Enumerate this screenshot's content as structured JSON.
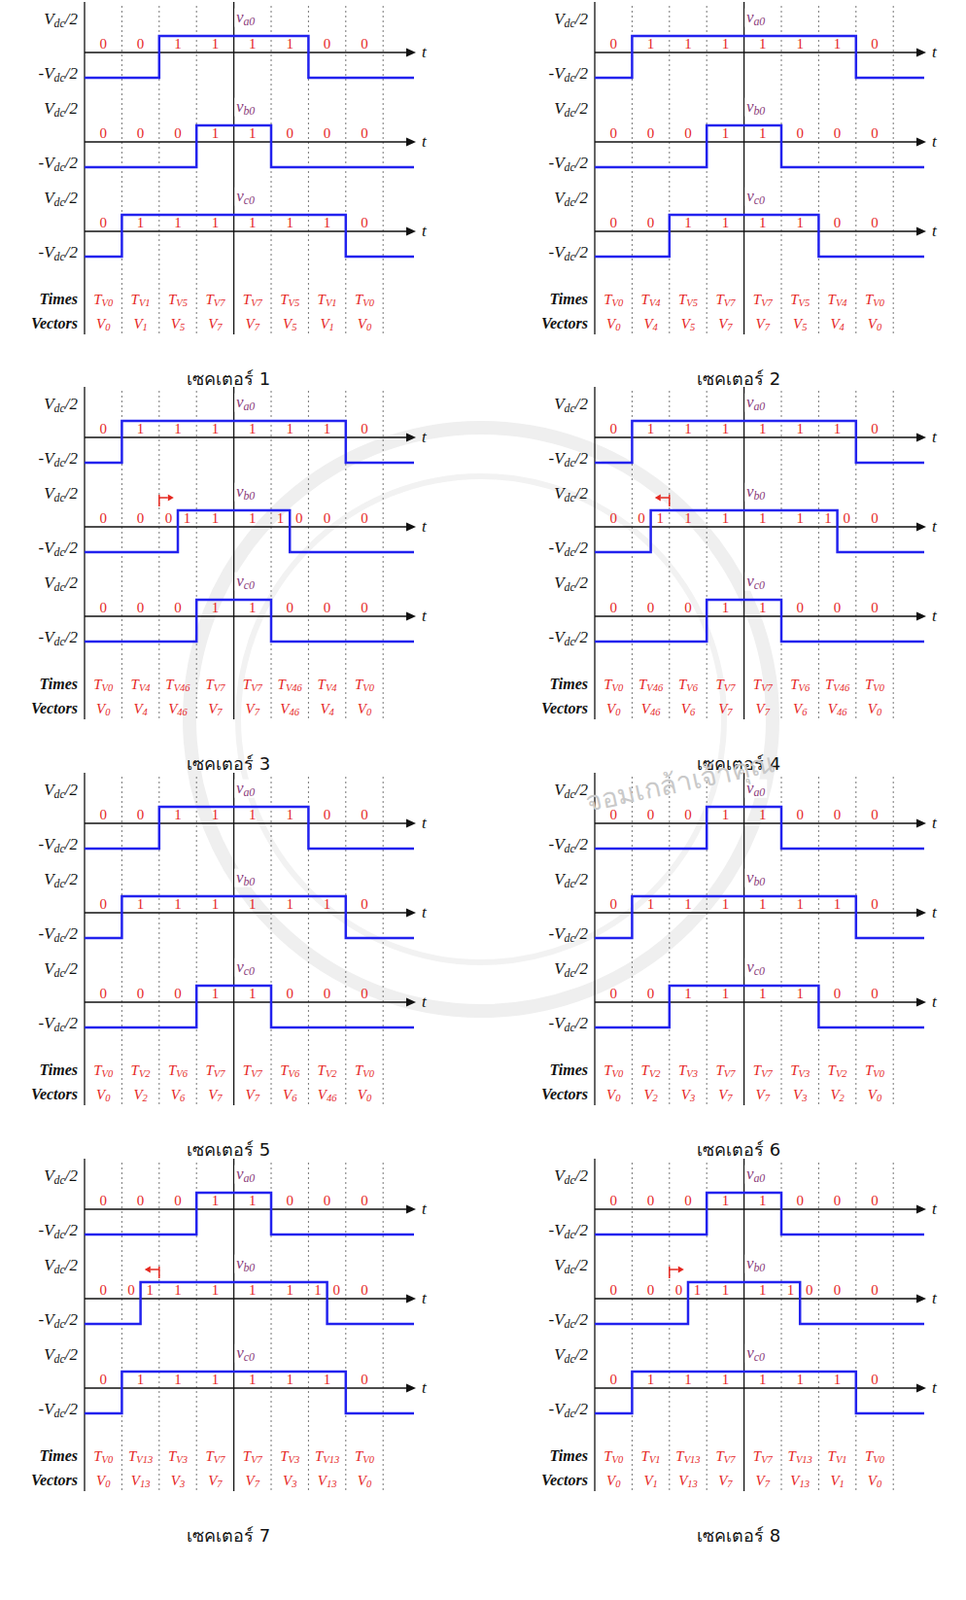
{
  "diagram": {
    "labels": [
      "Vdc/2",
      "-Vdc/2",
      "va0",
      "0",
      "0",
      "1",
      "1",
      "1",
      "1",
      "0",
      "0",
      "t",
      "Vdc/2",
      "-Vdc/2",
      "vb0",
      "0",
      "0",
      "0",
      "1",
      "1",
      "0",
      "0",
      "0",
      "t",
      "Vdc/2",
      "-Vdc/2",
      "vc0",
      "0",
      "1",
      "1",
      "1",
      "1",
      "1",
      "1",
      "0",
      "t",
      "Times",
      "TV0",
      "TV1",
      "TV5",
      "TV7",
      "TV7",
      "TV5",
      "TV1",
      "TV0",
      "Vectors",
      "V0",
      "V1",
      "V5",
      "V7",
      "V7",
      "V5",
      "V1",
      "V0",
      "เซคเตอร์ 1",
      "Vdc/2",
      "-Vdc/2",
      "va0",
      "0",
      "1",
      "1",
      "1",
      "1",
      "1",
      "1",
      "0",
      "t",
      "Vdc/2",
      "-Vdc/2",
      "vb0",
      "0",
      "0",
      "0",
      "1",
      "1",
      "0",
      "0",
      "0",
      "t",
      "Vdc/2",
      "-Vdc/2",
      "vc0",
      "0",
      "0",
      "1",
      "1",
      "1",
      "1",
      "0",
      "0",
      "t",
      "Times",
      "TV0",
      "TV4",
      "TV5",
      "TV7",
      "TV7",
      "TV5",
      "TV4",
      "TV0",
      "Vectors",
      "V0",
      "V4",
      "V5",
      "V7",
      "V7",
      "V5",
      "V4",
      "V0",
      "เซคเตอร์ 2",
      "Vdc/2",
      "-Vdc/2",
      "va0",
      "0",
      "1",
      "1",
      "1",
      "1",
      "1",
      "1",
      "0",
      "t",
      "Vdc/2",
      "-Vdc/2",
      "vb0",
      "0",
      "0",
      "0",
      "1",
      "1",
      "1",
      "1",
      "0",
      "0",
      "0",
      "t",
      "Vdc/2",
      "-Vdc/2",
      "vc0",
      "0",
      "0",
      "0",
      "1",
      "1",
      "0",
      "0",
      "0",
      "t",
      "Times",
      "TV0",
      "TV4",
      "TV46",
      "TV7",
      "TV7",
      "TV46",
      "TV4",
      "TV0",
      "Vectors",
      "V0",
      "V4",
      "V46",
      "V7",
      "V7",
      "V46",
      "V4",
      "V0",
      "เซคเตอร์ 3",
      "Vdc/2",
      "-Vdc/2",
      "va0",
      "0",
      "1",
      "1",
      "1",
      "1",
      "1",
      "1",
      "0",
      "t",
      "Vdc/2",
      "-Vdc/2",
      "vb0",
      "0",
      "0",
      "1",
      "1",
      "1",
      "1",
      "1",
      "1",
      "0",
      "0",
      "t",
      "Vdc/2",
      "-Vdc/2",
      "vc0",
      "0",
      "0",
      "0",
      "1",
      "1",
      "0",
      "0",
      "0",
      "t",
      "Times",
      "TV0",
      "TV46",
      "TV6",
      "TV7",
      "TV7",
      "TV6",
      "TV46",
      "TV0",
      "Vectors",
      "V0",
      "V46",
      "V6",
      "V7",
      "V7",
      "V6",
      "V46",
      "V0",
      "เซคเตอร์ 4",
      "Vdc/2",
      "-Vdc/2",
      "va0",
      "0",
      "0",
      "1",
      "1",
      "1",
      "1",
      "0",
      "0",
      "t",
      "Vdc/2",
      "-Vdc/2",
      "vb0",
      "0",
      "1",
      "1",
      "1",
      "1",
      "1",
      "1",
      "0",
      "t",
      "Vdc/2",
      "-Vdc/2",
      "vc0",
      "0",
      "0",
      "0",
      "1",
      "1",
      "0",
      "0",
      "0",
      "t",
      "Times",
      "TV0",
      "TV2",
      "TV6",
      "TV7",
      "TV7",
      "TV6",
      "TV2",
      "TV0",
      "Vectors",
      "V0",
      "V2",
      "V6",
      "V7",
      "V7",
      "V6",
      "V46",
      "V0",
      "เซคเตอร์ 5",
      "Vdc/2",
      "-Vdc/2",
      "va0",
      "0",
      "0",
      "0",
      "1",
      "1",
      "0",
      "0",
      "0",
      "t",
      "Vdc/2",
      "-Vdc/2",
      "vb0",
      "0",
      "1",
      "1",
      "1",
      "1",
      "1",
      "1",
      "0",
      "t",
      "Vdc/2",
      "-Vdc/2",
      "vc0",
      "0",
      "0",
      "1",
      "1",
      "1",
      "1",
      "0",
      "0",
      "t",
      "Times",
      "TV0",
      "TV2",
      "TV3",
      "TV7",
      "TV7",
      "TV3",
      "TV2",
      "TV0",
      "Vectors",
      "V0",
      "V2",
      "V3",
      "V7",
      "V7",
      "V3",
      "V2",
      "V0",
      "เซคเตอร์ 6",
      "Vdc/2",
      "-Vdc/2",
      "va0",
      "0",
      "0",
      "0",
      "1",
      "1",
      "0",
      "0",
      "0",
      "t",
      "Vdc/2",
      "-Vdc/2",
      "vb0",
      "0",
      "0",
      "1",
      "1",
      "1",
      "1",
      "1",
      "1",
      "0",
      "0",
      "t",
      "Vdc/2",
      "-Vdc/2",
      "vc0",
      "0",
      "1",
      "1",
      "1",
      "1",
      "1",
      "1",
      "0",
      "t",
      "Times",
      "TV0",
      "TV13",
      "TV3",
      "TV7",
      "TV7",
      "TV3",
      "TV13",
      "TV0",
      "Vectors",
      "V0",
      "V13",
      "V3",
      "V7",
      "V7",
      "V3",
      "V13",
      "V0",
      "เซคเตอร์ 7",
      "Vdc/2",
      "-Vdc/2",
      "va0",
      "0",
      "0",
      "0",
      "1",
      "1",
      "0",
      "0",
      "0",
      "t",
      "Vdc/2",
      "-Vdc/2",
      "vb0",
      "0",
      "0",
      "0",
      "1",
      "1",
      "1",
      "1",
      "0",
      "0",
      "0",
      "t",
      "Vdc/2",
      "-Vdc/2",
      "vc0",
      "0",
      "1",
      "1",
      "1",
      "1",
      "1",
      "1",
      "0",
      "t",
      "Times",
      "TV0",
      "TV1",
      "TV13",
      "TV7",
      "TV7",
      "TV13",
      "TV1",
      "TV0",
      "Vectors",
      "V0",
      "V1",
      "V13",
      "V7",
      "V7",
      "V13",
      "V1",
      "V0",
      "เซคเตอร์ 8",
      "จอมเกล้าเจ้าคุณ"
    ]
  }
}
